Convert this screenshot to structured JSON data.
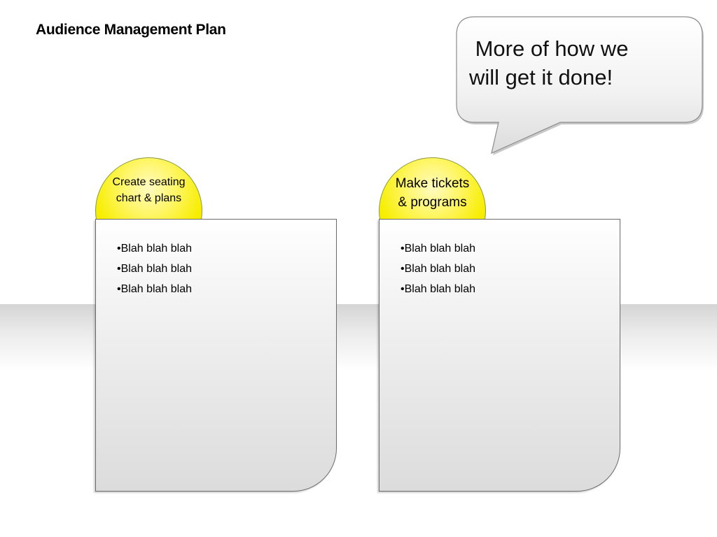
{
  "slide": {
    "title": "Audience Management Plan"
  },
  "callout": {
    "lines": [
      " More of how we",
      "will get it done!"
    ]
  },
  "steps": [
    {
      "label_lines": [
        "Create seating",
        "chart & plans"
      ],
      "bullets": [
        "Blah blah blah",
        "Blah blah blah",
        "Blah blah blah"
      ]
    },
    {
      "label_lines": [
        "Make tickets",
        "& programs"
      ],
      "bullets": [
        "Blah blah blah",
        "Blah blah blah",
        "Blah blah blah"
      ]
    }
  ],
  "colors": {
    "circle_fill": "#f7ee00",
    "circle_border": "#8b9a3f",
    "panel_border": "#6b6b6b",
    "bubble_border": "#8c8c8c"
  }
}
